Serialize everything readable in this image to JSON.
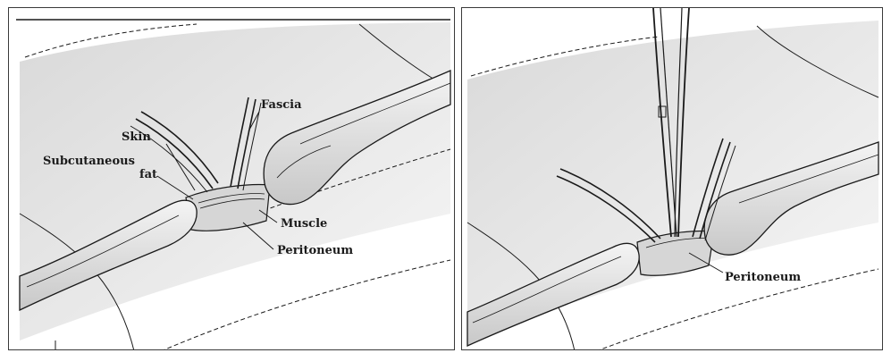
{
  "left_panel": {
    "labels": {
      "fascia": "Fascia",
      "skin": "Skin",
      "subcutaneous_line1": "Subcutaneous",
      "subcutaneous_line2": "fat",
      "muscle": "Muscle",
      "peritoneum": "Peritoneum"
    }
  },
  "right_panel": {
    "labels": {
      "peritoneum": "Peritoneum"
    }
  },
  "colors": {
    "line": "#1a1a1a",
    "shade": "#cfcfcf",
    "drape": "#e6e6e6"
  }
}
